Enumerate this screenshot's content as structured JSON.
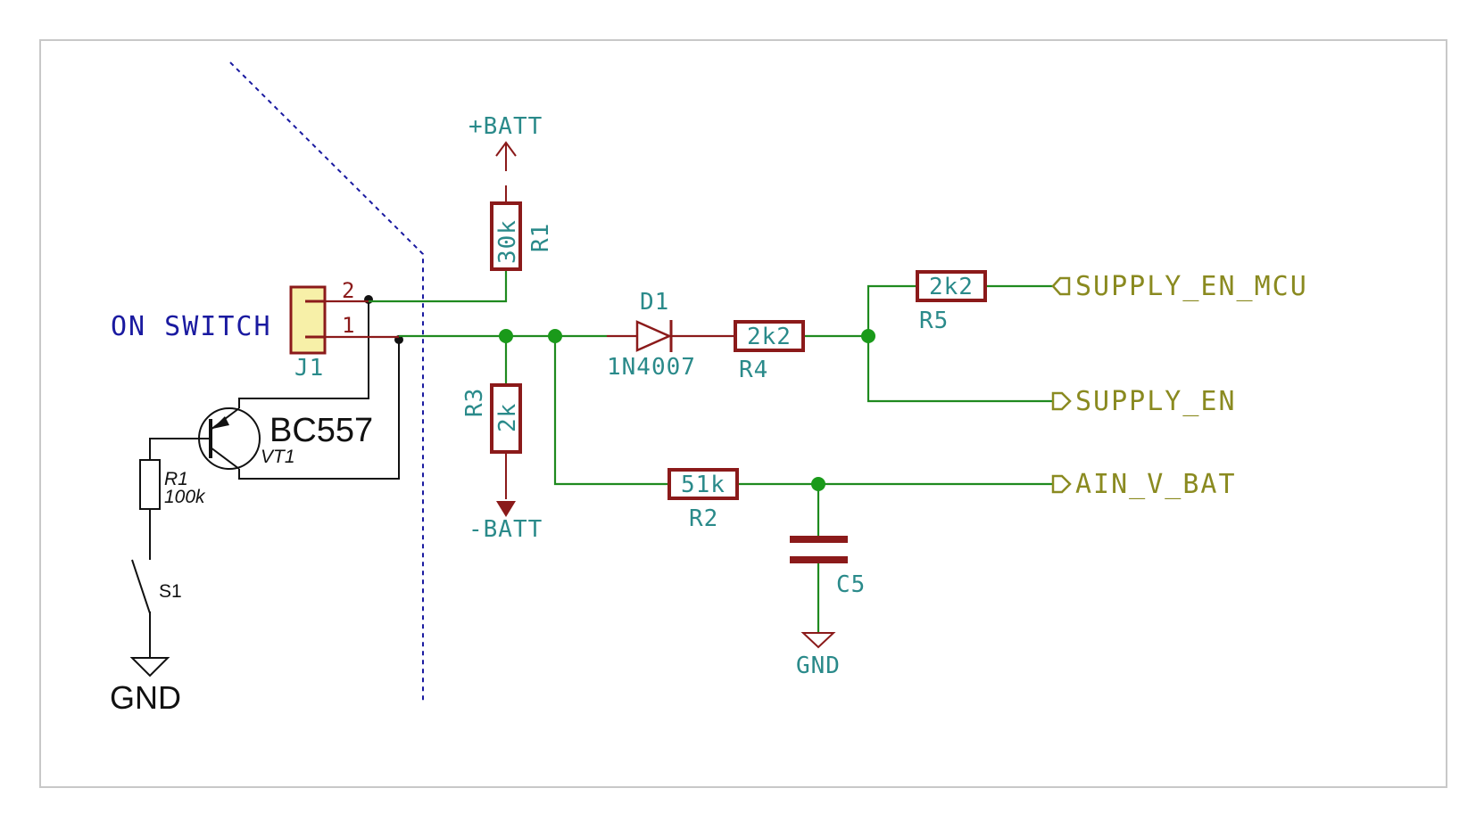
{
  "components": {
    "connector": {
      "ref": "J1",
      "value": "ON SWITCH",
      "pin1": "1",
      "pin2": "2"
    },
    "transistor": {
      "ref": "VT1",
      "value": "BC557"
    },
    "base_resistor": {
      "ref": "R1",
      "value": "100k"
    },
    "switch": {
      "ref": "S1"
    },
    "left_ground": {
      "label": "GND"
    },
    "pullup_resistor": {
      "ref": "R1",
      "value": "30k"
    },
    "bottom_resistor": {
      "ref": "R3",
      "value": "2k"
    },
    "diode": {
      "ref": "D1",
      "value": "1N4007"
    },
    "resistor_r4": {
      "ref": "R4",
      "value": "2k2"
    },
    "resistor_r5": {
      "ref": "R5",
      "value": "2k2"
    },
    "resistor_r2": {
      "ref": "R2",
      "value": "51k"
    },
    "capacitor": {
      "ref": "C5"
    },
    "cap_ground": {
      "label": "GND"
    }
  },
  "power": {
    "positive": "+BATT",
    "negative": "-BATT"
  },
  "net_labels": {
    "supply_en_mcu": "SUPPLY_EN_MCU",
    "supply_en": "SUPPLY_EN",
    "ain_v_bat": "AIN_V_BAT"
  },
  "colors": {
    "wire": "#1f8a1f",
    "component": "#8b1a1a",
    "reference_text": "#2a8a8a",
    "net_label_text": "#8a8a20",
    "note_text": "#1a1aa0",
    "connector_fill": "#f7f0a8"
  }
}
